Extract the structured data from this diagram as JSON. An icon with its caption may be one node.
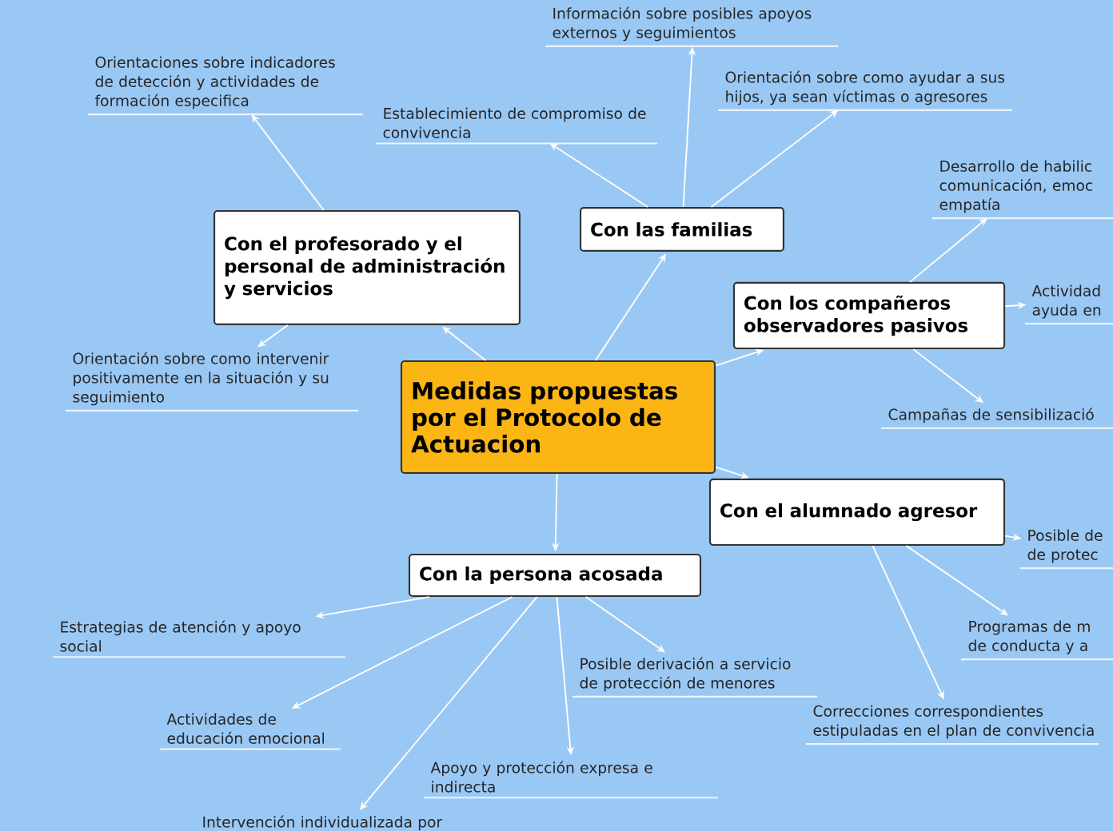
{
  "diagram": {
    "nodes": [
      {
        "text": [
          "Medidas propuestas por el Protocolo de Actuacion"
        ]
      },
      {
        "text": [
          "Con el profesorado y el personal de administración y servicios"
        ]
      },
      {
        "text": [
          "Con las familias"
        ]
      },
      {
        "text": [
          "Con los compañeros observadores pasivos"
        ]
      },
      {
        "text": [
          "Con el alumnado agresor"
        ]
      },
      {
        "text": [
          "Con la persona acosada"
        ]
      },
      {
        "text": [
          "Orientaciones sobre indicadores de detección y actividades de formación especifica"
        ]
      },
      {
        "text": [
          "Orientación sobre como intervenir positivamente en la situación y su seguimiento"
        ]
      },
      {
        "text": [
          "Establecimiento de compromiso de convivencia"
        ]
      },
      {
        "text": [
          "Información sobre posibles apoyos externos y seguimientos"
        ]
      },
      {
        "text": [
          "Orientación sobre como ayudar a sus hijos, ya sean víctimas o agresores"
        ]
      },
      {
        "text": [
          "Desarrollo de habilic comunicación, emoc empatía"
        ]
      },
      {
        "text": [
          "Actividad ayuda en"
        ]
      },
      {
        "text": [
          "Campañas de sensibilizació"
        ]
      },
      {
        "text": [
          "Posible de de protec"
        ]
      },
      {
        "text": [
          "Programas de m de conducta y a"
        ]
      },
      {
        "text": [
          "Correcciones correspondientes estipuladas en el plan de convivencia"
        ]
      },
      {
        "text": [
          "Estrategias de atención y apoyo social"
        ]
      },
      {
        "text": [
          "Actividades de educación emocional"
        ]
      },
      {
        "text": [
          "Posible derivación a servicio de protección de menores"
        ]
      },
      {
        "text": [
          "Apoyo y protección expresa e indirecta"
        ]
      },
      {
        "text": [
          "Intervención individualizada por"
        ]
      }
    ],
    "edges": [
      {
        "from": 0,
        "to": 1,
        "arrow": "to"
      },
      {
        "from": 0,
        "to": 2,
        "arrow": "to"
      },
      {
        "from": 0,
        "to": 3,
        "arrow": "to"
      },
      {
        "from": 0,
        "to": 4,
        "arrow": "to"
      },
      {
        "from": 0,
        "to": 5,
        "arrow": "to"
      },
      {
        "from": 1,
        "to": 6,
        "arrow": "to"
      },
      {
        "from": 1,
        "to": 7,
        "arrow": "to"
      },
      {
        "from": 2,
        "to": 8,
        "arrow": "to"
      },
      {
        "from": 2,
        "to": 9,
        "arrow": "to"
      },
      {
        "from": 2,
        "to": 10,
        "arrow": "to"
      },
      {
        "from": 3,
        "to": 11,
        "arrow": "to"
      },
      {
        "from": 3,
        "to": 12,
        "arrow": "to"
      },
      {
        "from": 3,
        "to": 13,
        "arrow": "to"
      },
      {
        "from": 4,
        "to": 14,
        "arrow": "to"
      },
      {
        "from": 4,
        "to": 15,
        "arrow": "to"
      },
      {
        "from": 4,
        "to": 16,
        "arrow": "to"
      },
      {
        "from": 5,
        "to": 17,
        "arrow": "to"
      },
      {
        "from": 5,
        "to": 18,
        "arrow": "to"
      },
      {
        "from": 5,
        "to": 19,
        "arrow": "to"
      },
      {
        "from": 5,
        "to": 20,
        "arrow": "to"
      },
      {
        "from": 5,
        "to": 21,
        "arrow": "to"
      }
    ]
  }
}
